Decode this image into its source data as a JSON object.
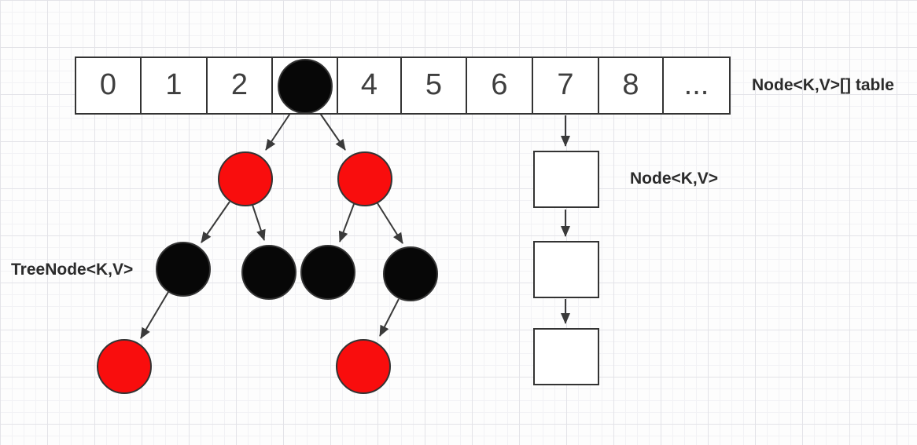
{
  "colors": {
    "red": "#f90d0d",
    "black": "#070707",
    "stroke": "#333333",
    "line": "#3a3a3a",
    "labelText": "#2b2b2b",
    "cellText": "#3f3f3f"
  },
  "array": {
    "label": "Node<K,V>[] table",
    "cells": [
      "0",
      "1",
      "2",
      "",
      "4",
      "5",
      "6",
      "7",
      "8",
      "..."
    ]
  },
  "tree": {
    "label": "TreeNode<K,V>",
    "nodes": [
      {
        "id": "root",
        "color": "black"
      },
      {
        "id": "left",
        "color": "red"
      },
      {
        "id": "right",
        "color": "red"
      },
      {
        "id": "left-left",
        "color": "black"
      },
      {
        "id": "left-right",
        "color": "black"
      },
      {
        "id": "right-left",
        "color": "black"
      },
      {
        "id": "right-right",
        "color": "black"
      },
      {
        "id": "left-left-left",
        "color": "red"
      },
      {
        "id": "right-right-left",
        "color": "red"
      }
    ]
  },
  "linked_list": {
    "label": "Node<K,V>",
    "box_count": 3
  }
}
